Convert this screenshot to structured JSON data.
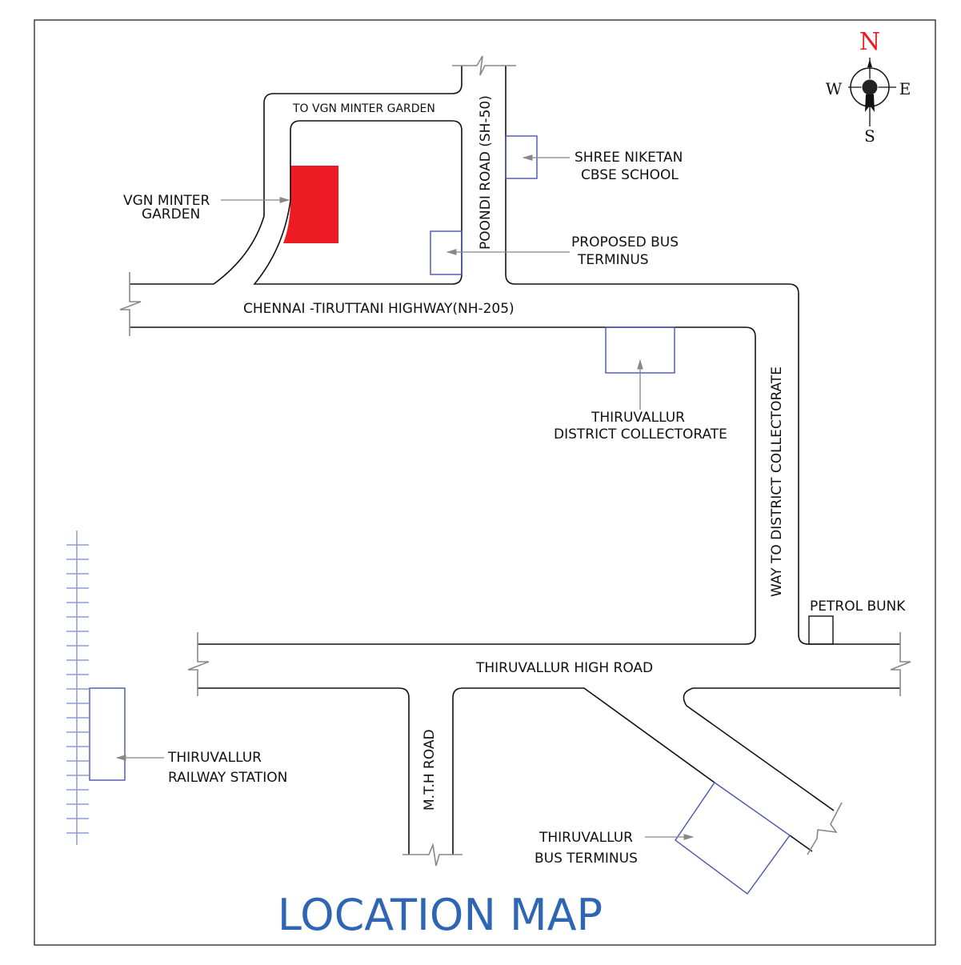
{
  "title": "LOCATION MAP",
  "colors": {
    "site": "#ed1c24",
    "title": "#2f66b3",
    "north": "#ed1c24",
    "landmark": "#4a54b0"
  },
  "compass": {
    "n": "N",
    "s": "S",
    "e": "E",
    "w": "W"
  },
  "roads": {
    "vgn_access": "TO VGN MINTER GARDEN",
    "poondi": "POONDI ROAD (SH-50)",
    "highway": "CHENNAI -TIRUTTANI HIGHWAY(NH-205)",
    "collectorate_way": "WAY TO DISTRICT COLLECTORATE",
    "high_road": "THIRUVALLUR HIGH ROAD",
    "mth": "M.T.H ROAD"
  },
  "landmarks": {
    "site": [
      "VGN MINTER",
      "GARDEN"
    ],
    "school": [
      "SHREE NIKETAN",
      "CBSE SCHOOL"
    ],
    "proposed_bus": [
      "PROPOSED BUS",
      "TERMINUS"
    ],
    "collectorate": [
      "THIRUVALLUR",
      "DISTRICT COLLECTORATE"
    ],
    "petrol": "PETROL BUNK",
    "railway": [
      "THIRUVALLUR",
      "RAILWAY STATION"
    ],
    "bus_terminus": [
      "THIRUVALLUR",
      "BUS TERMINUS"
    ]
  }
}
